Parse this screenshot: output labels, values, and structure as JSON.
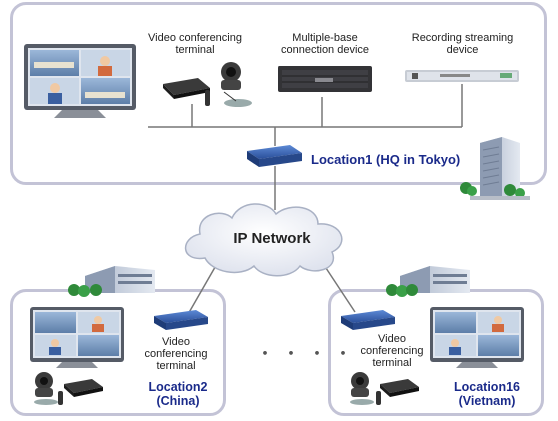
{
  "hq": {
    "label": "Location1 (HQ in Tokyo)",
    "devices": {
      "video_conf": "Video conferencing\nterminal",
      "multi_base": "Multiple-base\nconnection device",
      "recording": "Recording streaming\ndevice"
    }
  },
  "cloud": {
    "label": "IP Network"
  },
  "branch_left": {
    "device_label": "Video\nconferencing\nterminal",
    "location_label": "Location2\n(China)"
  },
  "branch_right": {
    "device_label": "Video\nconferencing\nterminal",
    "location_label": "Location16\n(Vietnam)"
  },
  "ellipsis": "・・・・",
  "colors": {
    "frame": "#c3c3d6",
    "label": "#1a2a8a",
    "router": "#2f5fb0",
    "line": "#777777"
  }
}
